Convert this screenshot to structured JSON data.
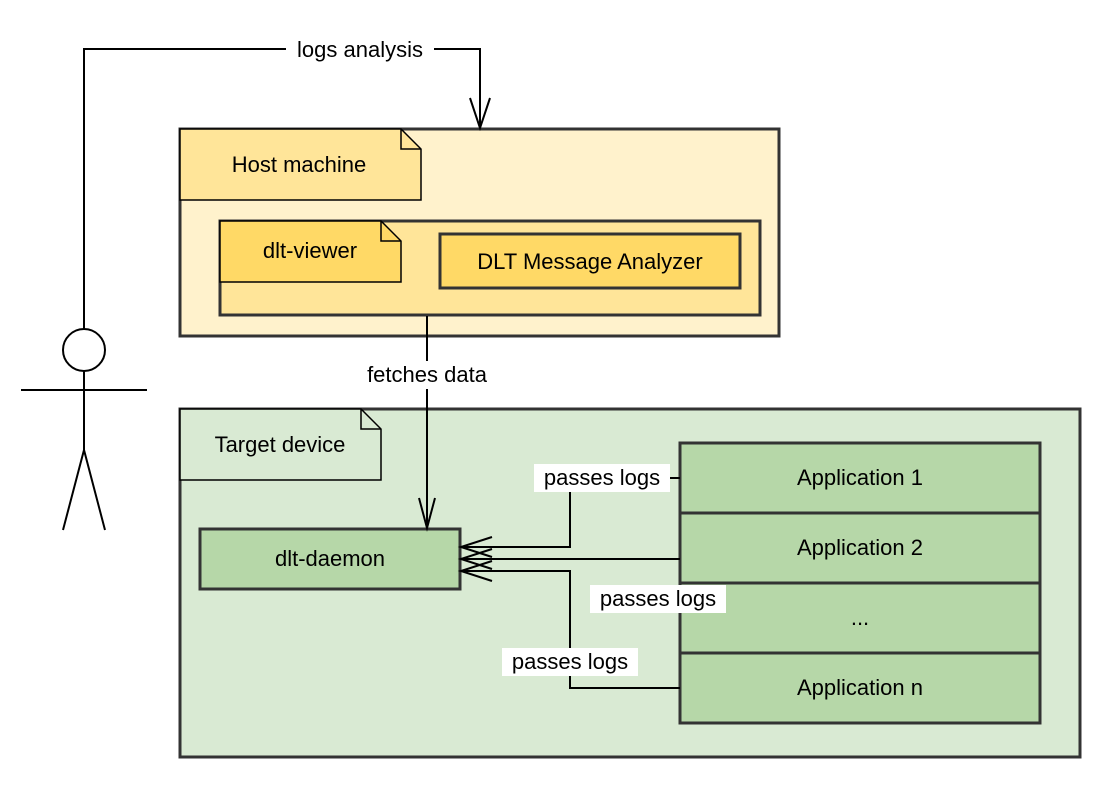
{
  "actor": {
    "edge_label": "logs analysis"
  },
  "host": {
    "title": "Host machine",
    "viewer": {
      "title": "dlt-viewer",
      "analyzer": "DLT Message Analyzer"
    }
  },
  "link_viewer_daemon": "fetches data",
  "target": {
    "title": "Target device",
    "daemon": "dlt-daemon",
    "applications": [
      "Application 1",
      "Application 2",
      "...",
      "Application n"
    ],
    "log_labels": [
      "passes logs",
      "passes logs",
      "passes logs"
    ]
  },
  "colors": {
    "host_fill": "#fff2cc",
    "viewer_fill": "#ffe599",
    "note_fill": "#ffd966",
    "target_fill": "#d9ead3",
    "component_fill": "#b6d7a8",
    "border": "#333333"
  }
}
